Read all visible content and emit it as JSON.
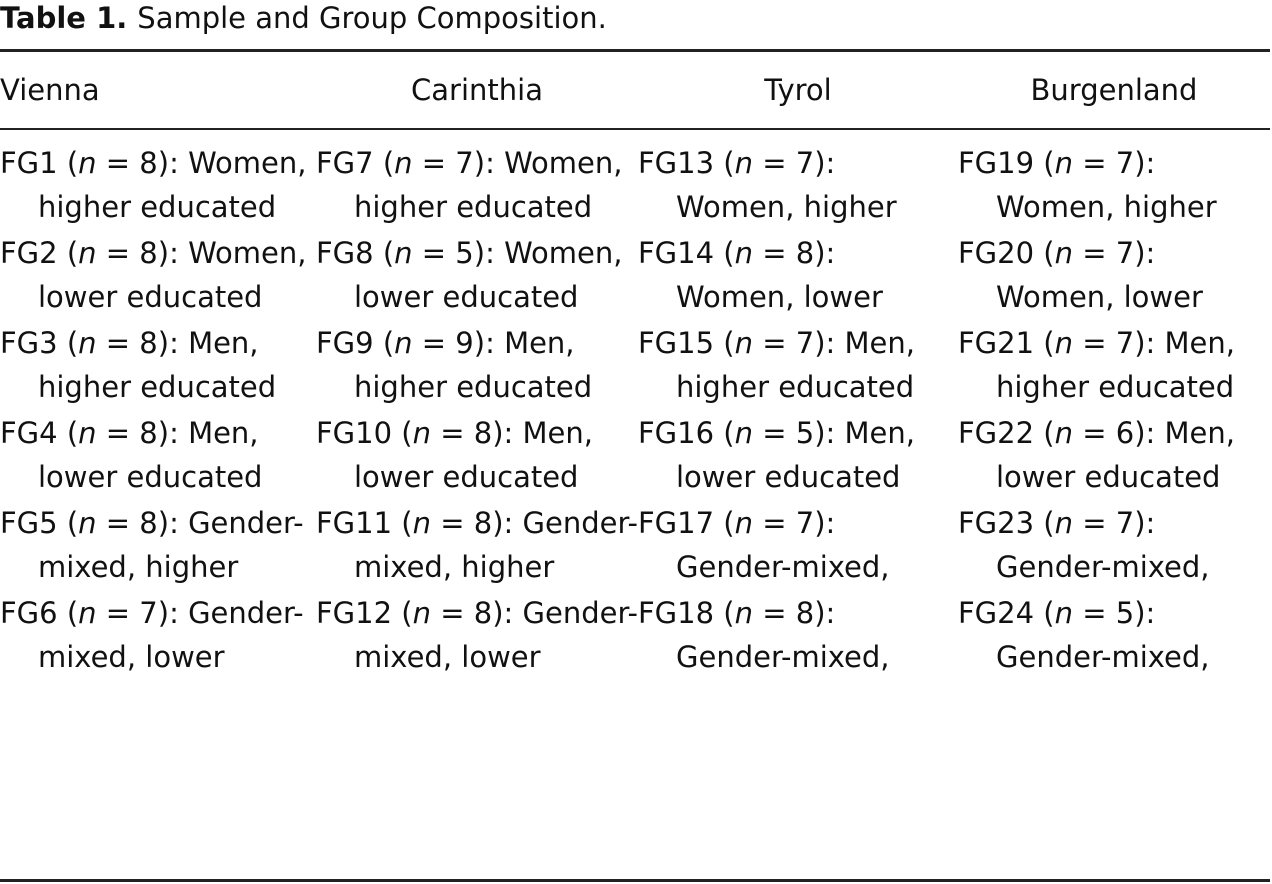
{
  "caption": {
    "label": "Table 1.",
    "title": "Sample and Group Composition."
  },
  "columns": [
    "Vienna",
    "Carinthia",
    "Tyrol",
    "Burgenland"
  ],
  "rows": [
    [
      {
        "id": "FG1",
        "n": "8",
        "desc": "Women, higher educated"
      },
      {
        "id": "FG7",
        "n": "7",
        "desc": "Women, higher educated"
      },
      {
        "id": "FG13",
        "n": "7",
        "desc": "Women, higher educated"
      },
      {
        "id": "FG19",
        "n": "7",
        "desc": "Women, higher educated"
      }
    ],
    [
      {
        "id": "FG2",
        "n": "8",
        "desc": "Women, lower educated"
      },
      {
        "id": "FG8",
        "n": "5",
        "desc": "Women, lower educated"
      },
      {
        "id": "FG14",
        "n": "8",
        "desc": "Women, lower educated"
      },
      {
        "id": "FG20",
        "n": "7",
        "desc": "Women, lower educated"
      }
    ],
    [
      {
        "id": "FG3",
        "n": "8",
        "desc": "Men, higher educated"
      },
      {
        "id": "FG9",
        "n": "9",
        "desc": "Men, higher educated"
      },
      {
        "id": "FG15",
        "n": "7",
        "desc": "Men, higher educated"
      },
      {
        "id": "FG21",
        "n": "7",
        "desc": "Men, higher educated"
      }
    ],
    [
      {
        "id": "FG4",
        "n": "8",
        "desc": "Men, lower educated"
      },
      {
        "id": "FG10",
        "n": "8",
        "desc": "Men, lower educated"
      },
      {
        "id": "FG16",
        "n": "5",
        "desc": "Men, lower educated"
      },
      {
        "id": "FG22",
        "n": "6",
        "desc": "Men, lower educated"
      }
    ],
    [
      {
        "id": "FG5",
        "n": "8",
        "desc": "Gender-mixed, higher educated"
      },
      {
        "id": "FG11",
        "n": "8",
        "desc": "Gender-mixed, higher educated"
      },
      {
        "id": "FG17",
        "n": "7",
        "desc": "Gender-mixed, higher educated"
      },
      {
        "id": "FG23",
        "n": "7",
        "desc": "Gender-mixed, higher educated"
      }
    ],
    [
      {
        "id": "FG6",
        "n": "7",
        "desc": "Gender-mixed, lower educated"
      },
      {
        "id": "FG12",
        "n": "8",
        "desc": "Gender-mixed, lower educated"
      },
      {
        "id": "FG18",
        "n": "8",
        "desc": "Gender-mixed, lower educated"
      },
      {
        "id": "FG24",
        "n": "5",
        "desc": "Gender-mixed, lower educated"
      }
    ]
  ]
}
